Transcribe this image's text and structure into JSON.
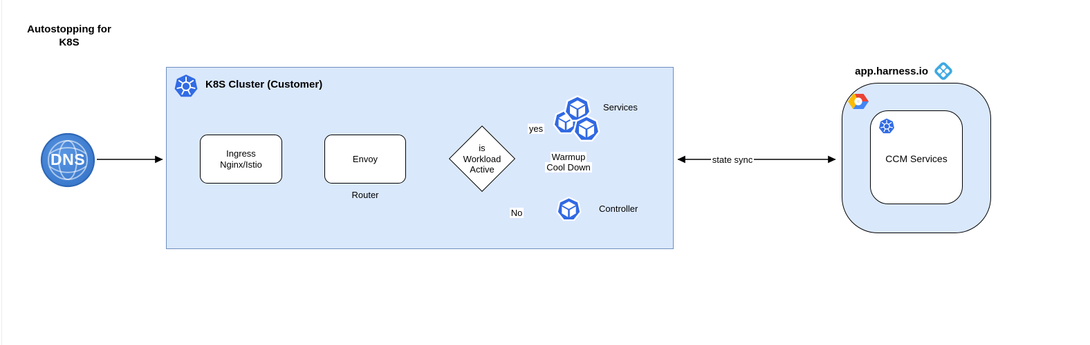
{
  "title": {
    "line1": "Autostopping for",
    "line2": "K8S"
  },
  "cluster": {
    "title": "K8S Cluster (Customer)"
  },
  "nodes": {
    "dns_label": "DNS",
    "ingress_line1": "Ingress",
    "ingress_line2": "Nginx/Istio",
    "envoy_label": "Envoy",
    "router_caption": "Router",
    "decision_line1": "is",
    "decision_line2": "Workload",
    "decision_line3": "Active",
    "services_label": "Services",
    "controller_label": "Controller"
  },
  "edges": {
    "yes_label": "yes",
    "no_label": "No",
    "warmup_line1": "Warmup",
    "warmup_line2": "Cool Down",
    "state_sync_label": "state sync"
  },
  "harness": {
    "title": "app.harness.io",
    "ccm_label": "CCM Services"
  },
  "icons": {
    "dns": "dns-globe-icon",
    "kubernetes": "kubernetes-icon",
    "pod": "kubernetes-pod-icon",
    "gcp": "google-cloud-icon",
    "harness": "harness-logo-icon"
  },
  "colors": {
    "cluster_fill": "#dae8fc",
    "cluster_border": "#6c8ebf",
    "kubernetes_blue": "#326ce5",
    "pod_blue": "#3069e3",
    "dns_blue": "#3e7ccf",
    "harness_blue": "#3fa9e1",
    "line_black": "#000000"
  }
}
